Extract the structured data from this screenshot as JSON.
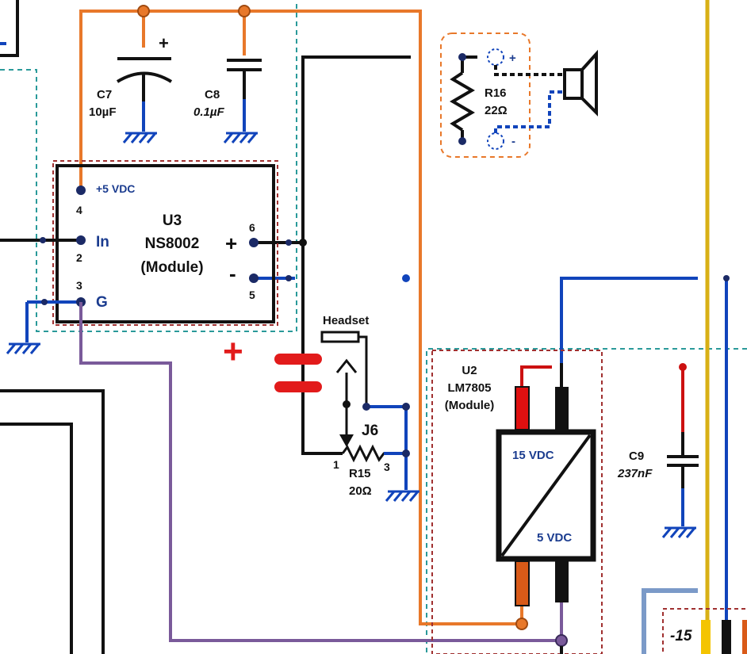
{
  "components": {
    "c7": {
      "ref": "C7",
      "value": "10µF",
      "polarity": "+"
    },
    "c8": {
      "ref": "C8",
      "value": "0.1µF"
    },
    "r16": {
      "ref": "R16",
      "value": "22Ω",
      "plus": "+",
      "minus": "-"
    },
    "u3": {
      "ref": "U3",
      "part": "NS8002",
      "type": "(Module)",
      "supply": "+5 VDC",
      "pins": {
        "p4": "4",
        "p2": "2",
        "p3": "3",
        "p6": "6",
        "p5": "5",
        "in": "In",
        "g": "G",
        "plus": "+",
        "minus": "-"
      }
    },
    "headset": {
      "label": "Headset"
    },
    "j6": {
      "ref": "J6"
    },
    "r15": {
      "ref": "R15",
      "value": "20Ω",
      "pin1": "1",
      "pin3": "3"
    },
    "u2": {
      "ref": "U2",
      "part": "LM7805",
      "type": "(Module)",
      "vin": "15 VDC",
      "vout": "5 VDC"
    },
    "c9": {
      "ref": "C9",
      "value": "237nF"
    },
    "rail": {
      "label": "-15"
    }
  },
  "annotations": {
    "red_plus": "+"
  },
  "colors": {
    "supply_5v": "#e8782a",
    "signal_black": "#111111",
    "output_blue": "#1144bb",
    "ground_blue": "#1144bb",
    "ground_purple": "#7a5a9a",
    "supply_15v": "#cc1111",
    "rail_yellow": "#d8b016",
    "module_outline": "#a03030",
    "group_outline": "#2a9a9a",
    "annotation_red": "#e21b1b"
  }
}
